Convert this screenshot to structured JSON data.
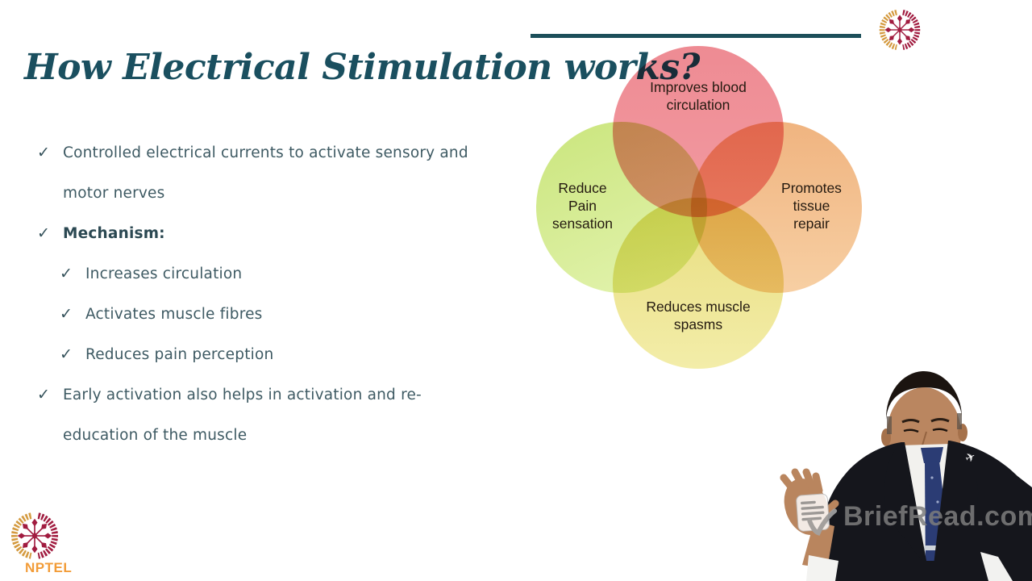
{
  "slide": {
    "title": "How Electrical Stimulation works?",
    "check_glyph": "✓",
    "bullets": [
      {
        "level": 1,
        "bold": false,
        "lines": [
          "Controlled electrical currents to activate sensory and",
          "motor nerves"
        ]
      },
      {
        "level": 1,
        "bold": true,
        "lines": [
          "Mechanism:"
        ]
      },
      {
        "level": 2,
        "bold": false,
        "lines": [
          "Increases circulation"
        ]
      },
      {
        "level": 2,
        "bold": false,
        "lines": [
          "Activates muscle fibres"
        ]
      },
      {
        "level": 2,
        "bold": false,
        "lines": [
          "Reduces pain perception"
        ]
      },
      {
        "level": 1,
        "bold": false,
        "lines": [
          "Early activation also helps in activation and re-",
          "education of the muscle"
        ]
      }
    ],
    "venn": {
      "top": {
        "label": "Improves blood\ncirculation",
        "color": "#ee8d95"
      },
      "left": {
        "label": "Reduce\nPain\nsensation",
        "color": "#d2e98a"
      },
      "right": {
        "label": "Promotes\ntissue\nrepair",
        "color": "#f3bd8d"
      },
      "bottom": {
        "label": "Reduces muscle\nspasms",
        "color": "#eae185"
      }
    }
  },
  "branding": {
    "nptel_label": "NPTEL",
    "nptel_gold": "#d49a3f",
    "nptel_maroon": "#a11c40"
  },
  "watermark": {
    "label": "BriefRead.com",
    "color": "#8f8f8f"
  },
  "colors": {
    "title": "#1a4f5f",
    "title_rule": "#1c4f5a",
    "body_text": "#3e5a63",
    "venn_label": "#241a10"
  }
}
